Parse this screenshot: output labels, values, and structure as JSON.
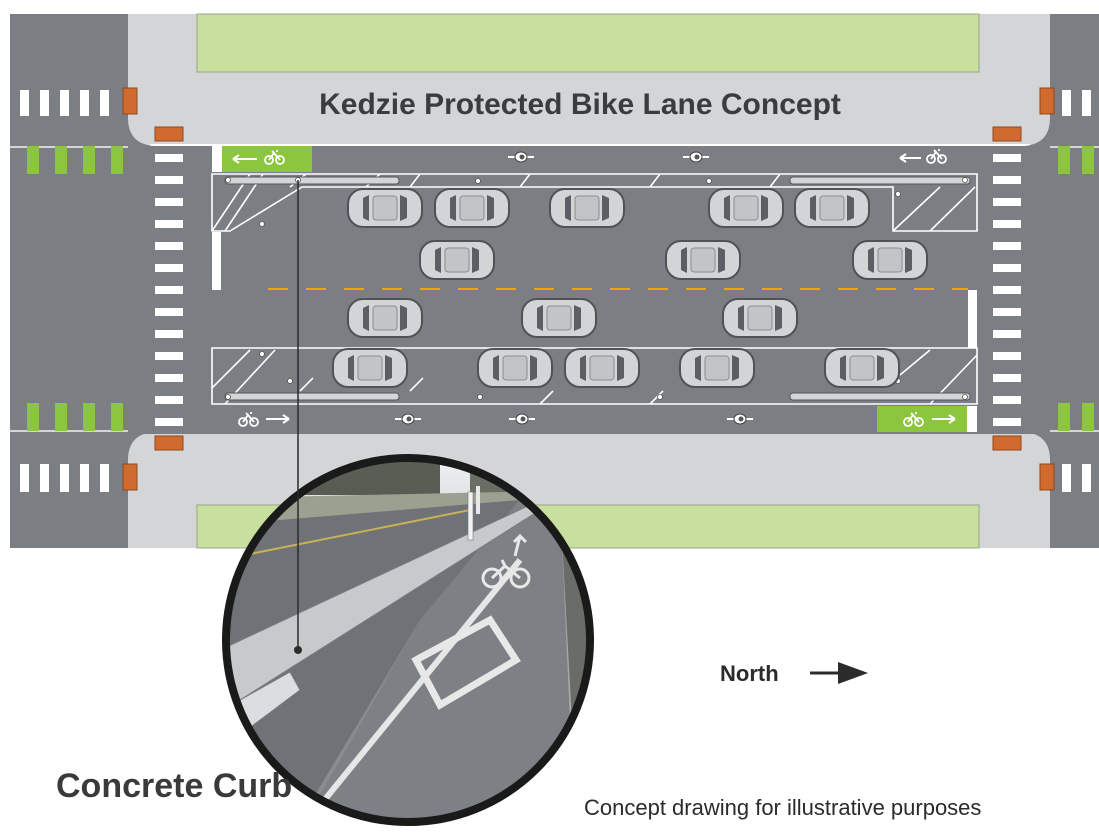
{
  "title": "Kedzie Protected Bike Lane Concept",
  "callout_label": "Concrete Curb",
  "north_label": "North",
  "footnote": "Concept drawing for illustrative purposes",
  "colors": {
    "road": "#7b7e82",
    "sidewalk": "#d4d5d7",
    "grass": "#c8df9e",
    "bike_green": "#8cc63f",
    "corner_pad": "#d06a2e",
    "center_line": "#f0a500",
    "text_dark": "#3a3d40"
  },
  "icons": [
    "bike-symbol-icon",
    "cyclist-icon",
    "car-icon",
    "arrow-right-icon",
    "arrow-left-icon",
    "north-arrow-icon",
    "curb-photo"
  ]
}
